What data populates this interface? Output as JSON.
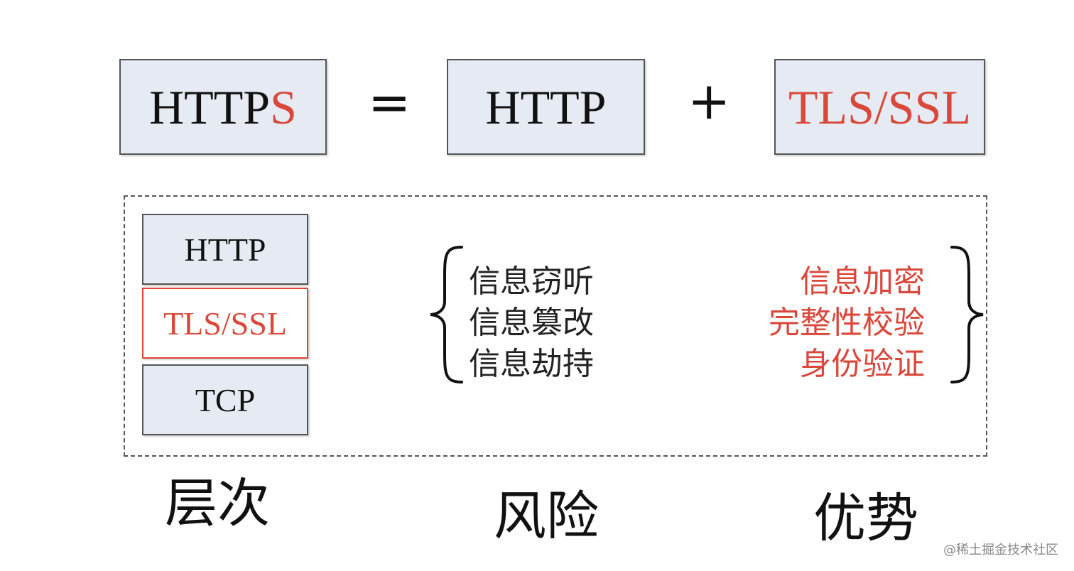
{
  "equation": {
    "left_box": {
      "text_main": "HTTP",
      "text_accent": "S"
    },
    "equals_sign": "=",
    "middle_box": {
      "text": "HTTP"
    },
    "plus_sign": "+",
    "right_box": {
      "text": "TLS/SSL"
    }
  },
  "stack": {
    "layers": [
      "HTTP",
      "TLS/SSL",
      "TCP"
    ]
  },
  "risks": [
    "信息窃听",
    "信息篡改",
    "信息劫持"
  ],
  "advantages": [
    "信息加密",
    "完整性校验",
    "身份验证"
  ],
  "captions": {
    "layers": "层次",
    "risks": "风险",
    "advantages": "优势"
  },
  "watermark": "@稀土掘金技术社区",
  "colors": {
    "accent": "#d9483b",
    "box_fill": "#e6ebf3",
    "border": "#555555"
  }
}
